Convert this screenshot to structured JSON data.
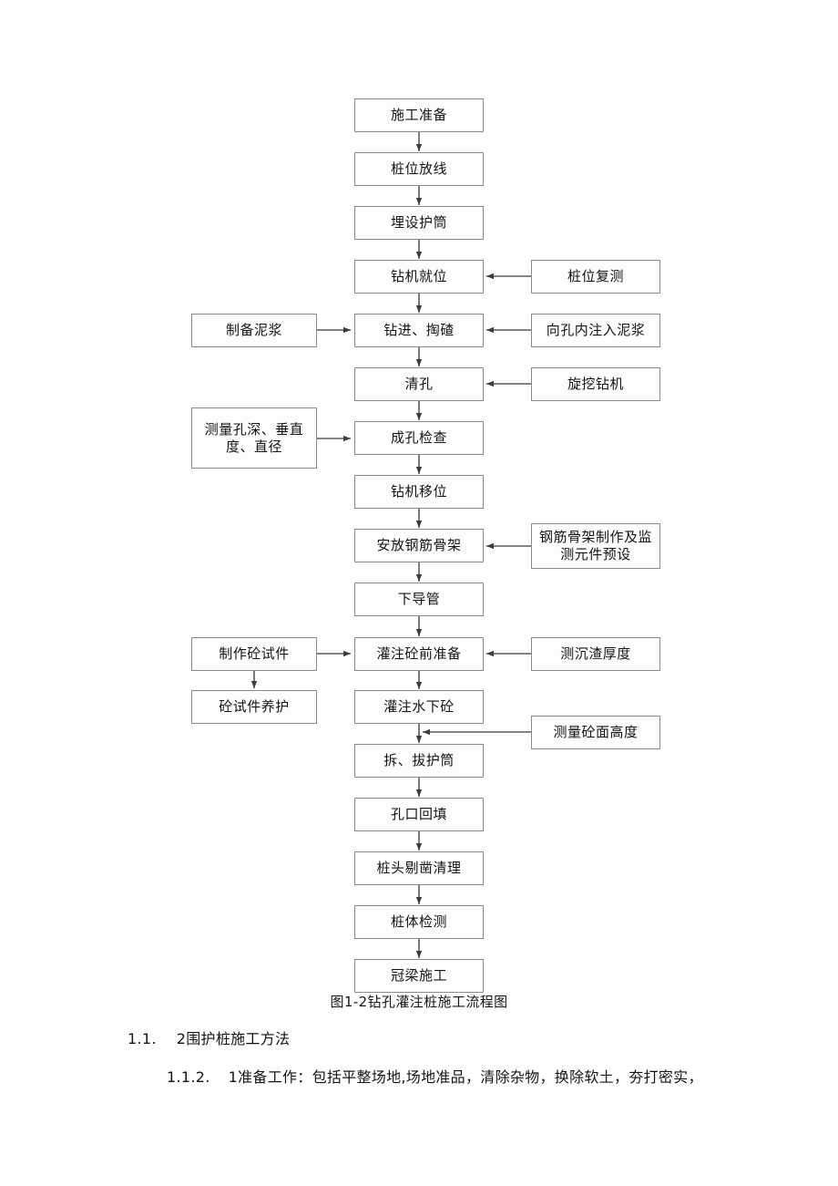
{
  "document": {
    "caption": "图1-2钻孔灌注桩施工流程图",
    "sections": [
      {
        "number": "1.1.",
        "title": "2围护桩施工方法"
      }
    ],
    "paragraphs": [
      {
        "number": "1.1.2.",
        "text": "1准备工作：包括平整场地,场地准品，清除杂物，换除软土，夯打密实，"
      }
    ]
  },
  "flowchart": {
    "title": "钻孔灌注桩施工流程图",
    "box_border_color": "#8a8a8a",
    "box_fill_color": "#fdfdfd",
    "line_color": "#4a4a4a",
    "main_steps": [
      {
        "id": "s1",
        "label": "施工准备"
      },
      {
        "id": "s2",
        "label": "桩位放线"
      },
      {
        "id": "s3",
        "label": "埋设护筒"
      },
      {
        "id": "s4",
        "label": "钻机就位"
      },
      {
        "id": "s5",
        "label": "钻进、掏碴"
      },
      {
        "id": "s6",
        "label": "清孔"
      },
      {
        "id": "s7",
        "label": "成孔检查"
      },
      {
        "id": "s8",
        "label": "钻机移位"
      },
      {
        "id": "s9",
        "label": "安放钢筋骨架"
      },
      {
        "id": "s10",
        "label": "下导管"
      },
      {
        "id": "s11",
        "label": "灌注砼前准备"
      },
      {
        "id": "s12",
        "label": "灌注水下砼"
      },
      {
        "id": "s13",
        "label": "拆、拔护筒"
      },
      {
        "id": "s14",
        "label": "孔口回填"
      },
      {
        "id": "s15",
        "label": "桩头剔凿清理"
      },
      {
        "id": "s16",
        "label": "桩体检测"
      },
      {
        "id": "s17",
        "label": "冠梁施工"
      }
    ],
    "right_notes": [
      {
        "id": "r1",
        "label": "桩位复测",
        "target": "钻机就位"
      },
      {
        "id": "r2",
        "label": "向孔内注入泥浆",
        "target": "钻进、掏碴"
      },
      {
        "id": "r3",
        "label": "旋挖钻机",
        "target": "清孔"
      },
      {
        "id": "r4",
        "label_line1": "钢筋骨架制作及监",
        "label_line2": "测元件预设",
        "target": "安放钢筋骨架"
      },
      {
        "id": "r5",
        "label": "测沉渣厚度",
        "target": "灌注砼前准备"
      },
      {
        "id": "r6",
        "label": "测量砼面高度",
        "target": "灌注水下砼"
      }
    ],
    "left_notes": [
      {
        "id": "l1",
        "label": "制备泥浆",
        "target": "钻进、掏碴"
      },
      {
        "id": "l2",
        "label_line1": "测量孔深、垂直",
        "label_line2": "度、直径",
        "target": "成孔检查"
      },
      {
        "id": "l3",
        "label": "制作砼试件",
        "target": "灌注砼前准备"
      },
      {
        "id": "l4",
        "label": "砼试件养护",
        "target": ""
      }
    ]
  }
}
